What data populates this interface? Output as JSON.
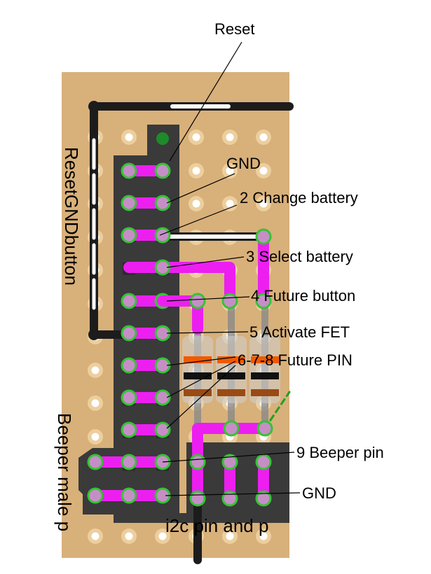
{
  "board": {
    "colors": {
      "board": "#d8b07a",
      "hole_ring": "#eccf9e",
      "hole": "#ffffff",
      "header": "#3a3a3a",
      "header_pin": "#2a2a2a",
      "jumper": "#ec1ff0",
      "jumper_core": "#c58fc6",
      "pad_ring": "#35c335",
      "wire_black": "#1c1c1c",
      "wire_white": "#ffffff",
      "resistor_body": "#d0d0d0",
      "band_orange": "#f05a00",
      "band_black": "#111111",
      "band_brown": "#9a4a14",
      "leader": "#000000",
      "text": "#000000"
    },
    "vertical_labels": {
      "reset_gnd_button": "ResetGNDbutton",
      "beeper_male": "Beeper male p"
    },
    "bottom_label": "i2c pin and p",
    "callouts": [
      {
        "id": "reset",
        "text": "Reset"
      },
      {
        "id": "gnd-top",
        "text": "GND"
      },
      {
        "id": "change-battery",
        "text": "2 Change battery"
      },
      {
        "id": "select-battery",
        "text": "3 Select battery"
      },
      {
        "id": "future-button",
        "text": "4 Future button"
      },
      {
        "id": "activate-fet",
        "text": "5 Activate FET"
      },
      {
        "id": "future-pin",
        "text": "6-7-8 Future PIN"
      },
      {
        "id": "beeper-pin",
        "text": "9 Beeper pin"
      },
      {
        "id": "gnd-bottom",
        "text": "GND"
      }
    ]
  }
}
